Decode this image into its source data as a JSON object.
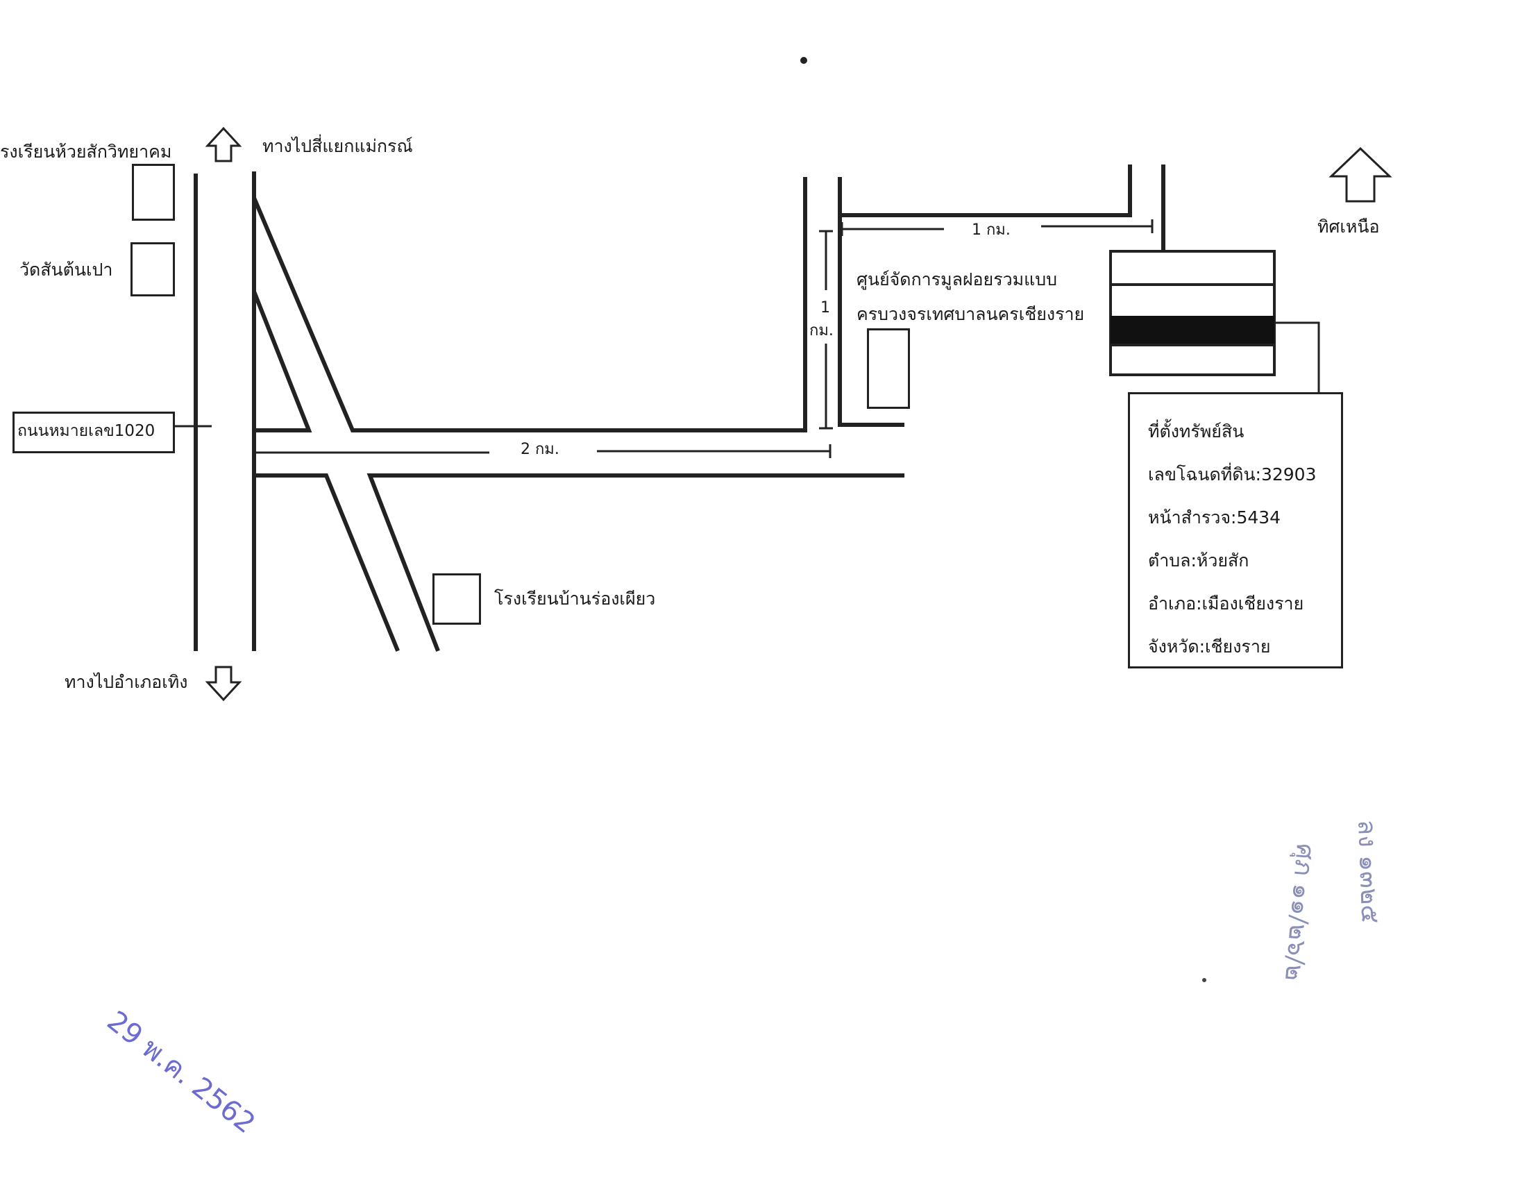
{
  "labels": {
    "school_huaysak": "รงเรียนห้วยสักวิทยาคม",
    "to_intersection": "ทางไปสี่แยกแม่กรณ์",
    "wat_santonpao": "วัดสันต้นเปา",
    "highway": "ถนนหมายเลข1020",
    "to_amphoe": "ทางไปอำเภอเทิง",
    "school_rongphiao": "โรงเรียนบ้านร่องเผียว",
    "waste_center_line1": "ศูนย์จัดการมูลฝอยรวมแบบ",
    "waste_center_line2": "ครบวงจรเทศบาลนครเชียงราย",
    "north": "ทิศเหนือ"
  },
  "distances": {
    "horizontal_main": "2 กม.",
    "vertical_num": "1",
    "vertical_unit": "กม.",
    "top_right": "1 กม."
  },
  "property": {
    "title": "ที่ตั้งทรัพย์สิน",
    "deed": "เลขโฉนดที่ดิน:32903",
    "survey": "หน้าสำรวจ:5434",
    "tambon": "ตำบล:ห้วยสัก",
    "amphoe": "อำเภอ:เมืองเชียงราย",
    "province": "จังหวัด:เชียงราย"
  },
  "stamp": {
    "date": "29 พ.ค. 2562"
  },
  "handwritten": {
    "note1": "ลง ๑๓๒๕",
    "note2": "ศุภ ๑๑/๒๖/๒"
  },
  "colors": {
    "ink": "#222222",
    "stamp": "#6b6bd0",
    "handwriting": "#8a8fb8"
  }
}
